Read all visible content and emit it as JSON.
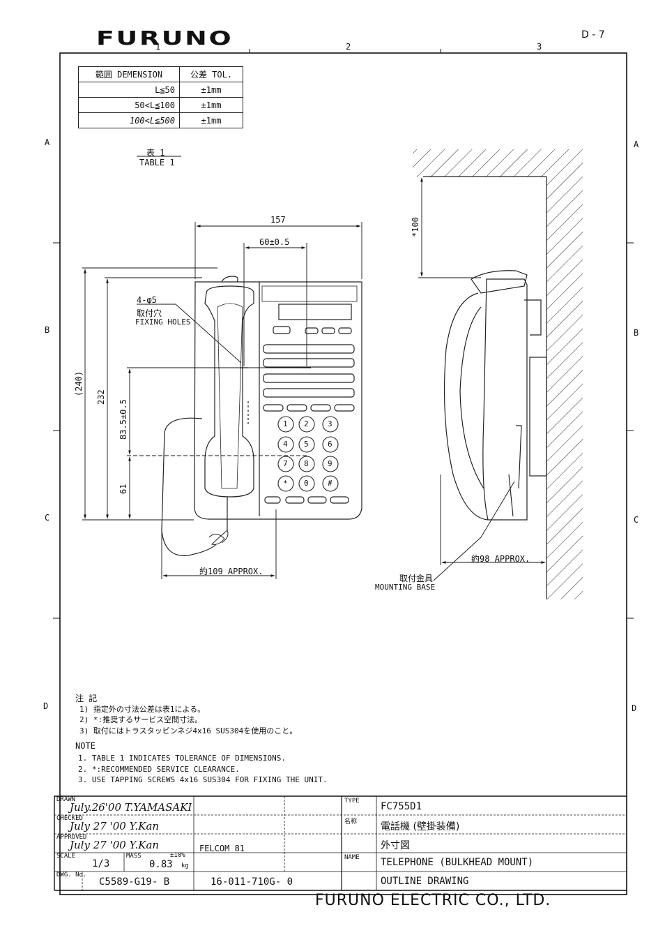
{
  "header": {
    "logo": "FURUNO",
    "page_id": "D - 7"
  },
  "frame": {
    "columns": [
      "1",
      "2",
      "3"
    ],
    "rows_left": [
      "A",
      "B",
      "C",
      "D"
    ],
    "rows_right": [
      "A",
      "B",
      "C",
      "D"
    ]
  },
  "tolerance_table": {
    "header": [
      "範囲 DEMENSION",
      "公差 TOL."
    ],
    "rows": [
      [
        "L≦50",
        "±1mm"
      ],
      [
        "50<L≦100",
        "±1mm"
      ],
      [
        "100<L≦500",
        "±1mm"
      ]
    ],
    "caption_jp": "表 1",
    "caption_en": "TABLE 1"
  },
  "dimensions": {
    "width_157": "157",
    "holes_spacing": "60±0.5",
    "overall_240": "(240)",
    "height_232": "232",
    "hole_height": "83.5±0.5",
    "bottom_61": "61",
    "width_109": "約109 APPROX.",
    "depth_98": "約98 APPROX.",
    "clearance_100": "*100"
  },
  "labels": {
    "fixing_holes_count": "4-φ5",
    "fixing_holes_jp": "取付穴",
    "fixing_holes_en": "FIXING HOLES",
    "mounting_base_jp": "取付金具",
    "mounting_base_en": "MOUNTING BASE"
  },
  "keypad": [
    "1",
    "2",
    "3",
    "4",
    "5",
    "6",
    "7",
    "8",
    "9",
    "*",
    "0",
    "#"
  ],
  "notes_jp": {
    "title": "注 記",
    "items": [
      "1) 指定外の寸法公差は表1による。",
      "2) *:推奨するサービス空間寸法。",
      "3) 取付にはトラスタッピンネジ4x16 SUS304を使用のこと。"
    ]
  },
  "notes_en": {
    "title": "NOTE",
    "items": [
      "1. TABLE 1 INDICATES TOLERANCE OF DIMENSIONS.",
      "2. *:RECOMMENDED SERVICE CLEARANCE.",
      "3. USE TAPPING SCREWS 4x16 SUS304 FOR FIXING THE UNIT."
    ]
  },
  "title_block": {
    "drawn_label": "DRAWN",
    "drawn_sig": "July.26'00 T.YAMASAKI",
    "checked_label": "CHECKED",
    "checked_sig": "July 27 '00 Y.Kan",
    "approved_label": "APPROVED",
    "approved_sig": "July 27 '00 Y.Kan",
    "scale_label": "SCALE",
    "scale": "1/3",
    "mass_label": "MASS",
    "mass_tol": "±10%",
    "mass": "0.83",
    "mass_unit": "kg",
    "project": "FELCOM 81",
    "dwg_label": "DWG. No.",
    "dwg_no": "C5589-G19- B",
    "ref_no": "16-011-710G- 0",
    "type_label": "TYPE",
    "type": "FC755D1",
    "name_jp_label": "名称",
    "name_jp": "電話機 (壁掛装備)",
    "name_jp2": "外寸図",
    "name_label": "NAME",
    "name_en": "TELEPHONE (BULKHEAD MOUNT)",
    "name_en2": "OUTLINE DRAWING"
  },
  "footer": {
    "company": "FURUNO ELECTRIC CO., LTD."
  }
}
